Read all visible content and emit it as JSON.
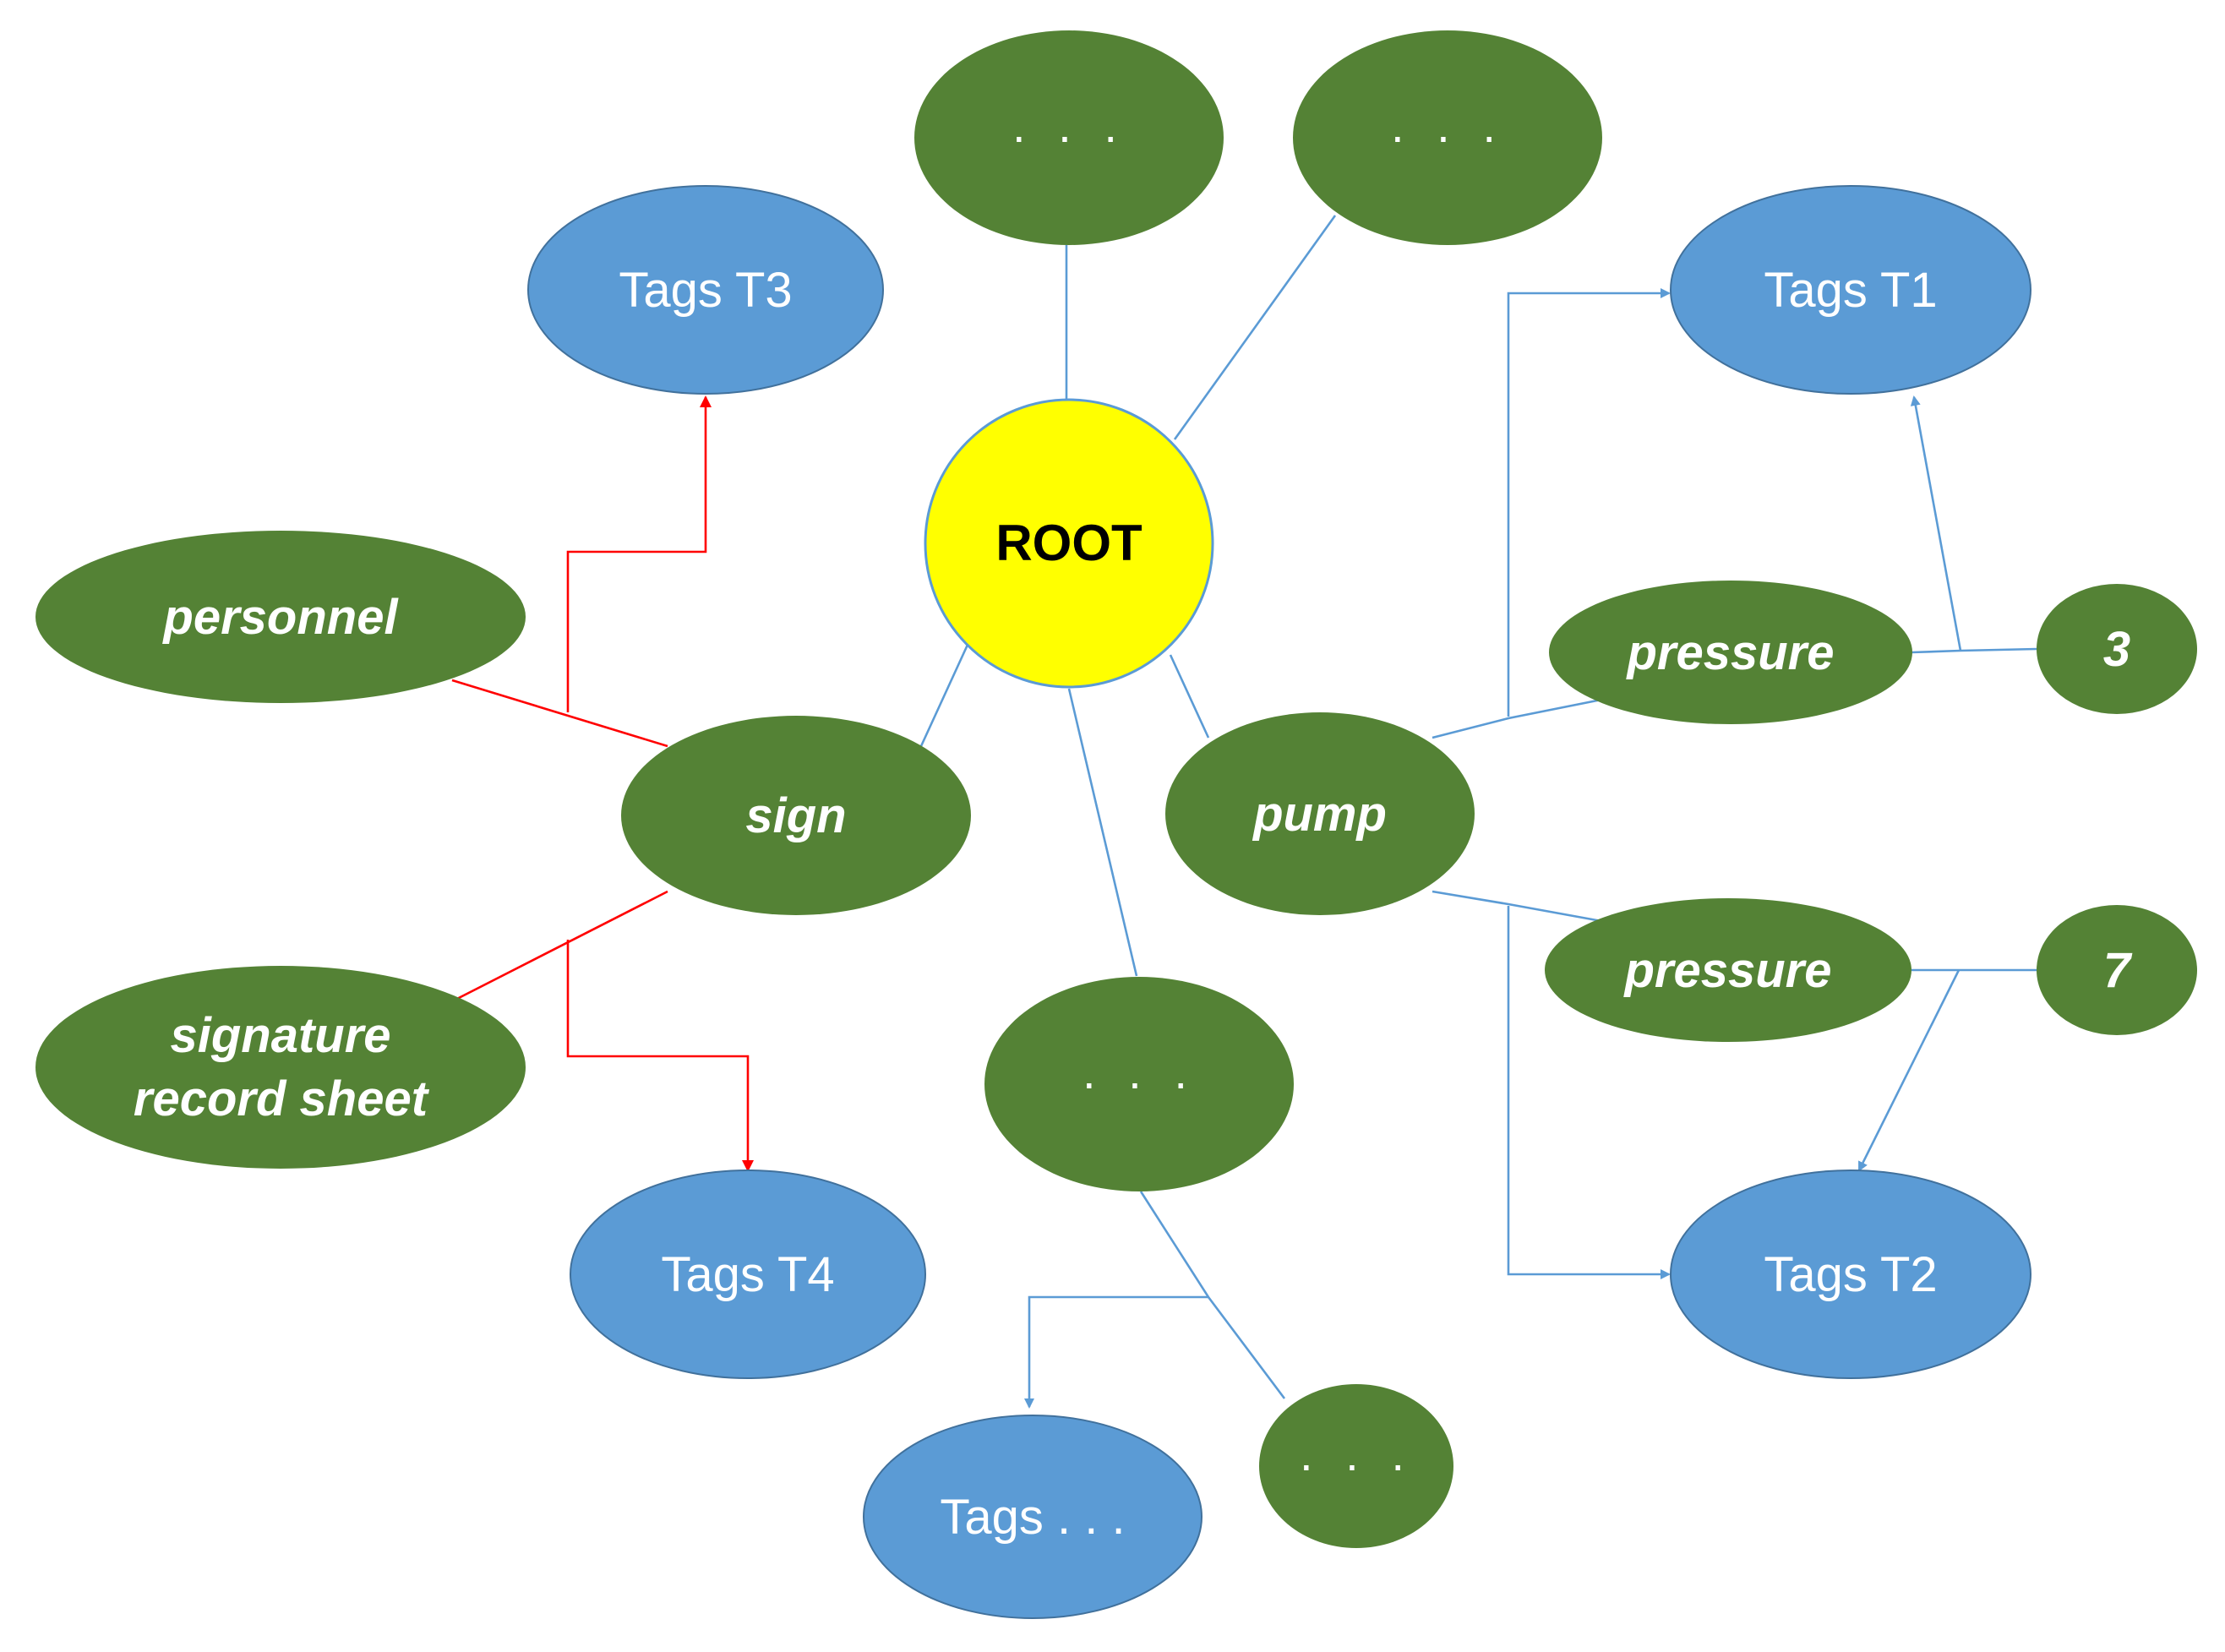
{
  "root": {
    "label": "ROOT"
  },
  "nodes": {
    "top_left_dots": "· · ·",
    "top_right_dots": "· · ·",
    "bottom_dots": "· · ·",
    "bottom_right_dots": "· · ·",
    "sign": "sign",
    "pump": "pump",
    "personnel": "personnel",
    "signature_line1": "signature",
    "signature_line2": "record sheet",
    "pressure_upper": "pressure",
    "pressure_lower": "pressure",
    "value_3": "3",
    "value_7": "7"
  },
  "tags": {
    "t1": "Tags T1",
    "t2": "Tags T2",
    "t3": "Tags T3",
    "t4": "Tags T4",
    "tdots": "Tags . . ."
  },
  "colors": {
    "green_node": "#548235",
    "blue_node": "#5b9bd5",
    "root_fill": "#ffff00",
    "blue_edge": "#5b9bd5",
    "red_edge": "#ff0000"
  }
}
